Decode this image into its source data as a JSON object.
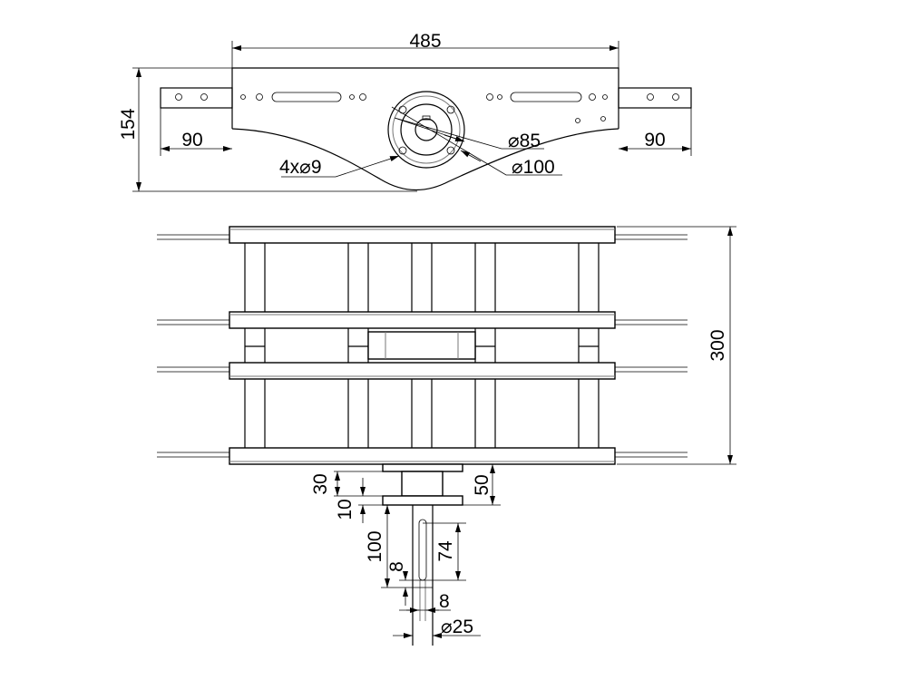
{
  "top_view": {
    "dim_width": "485",
    "dim_height": "154",
    "dim_left_bracket": "90",
    "dim_right_bracket": "90",
    "label_bolt_holes": "4x⌀9",
    "label_inner_diameter": "⌀85",
    "label_outer_diameter": "⌀100"
  },
  "front_view": {
    "dim_height": "300",
    "dim_hub_body": "30",
    "dim_flange": "10",
    "dim_hub_total": "50",
    "dim_shaft_length": "100",
    "dim_keyway_length": "74",
    "dim_keyway_offset": "8",
    "dim_keyway_width": "8",
    "dim_shaft_diameter": "⌀25"
  }
}
